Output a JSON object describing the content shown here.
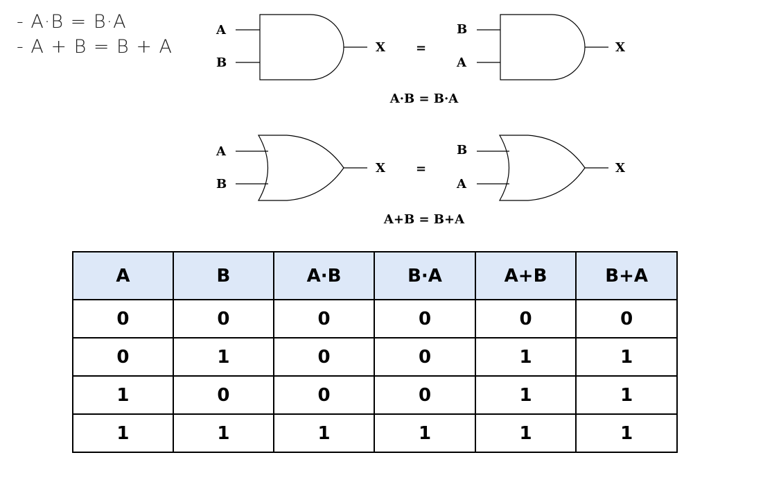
{
  "laws": [
    "- A·B = B·A",
    "- A + B = B + A"
  ],
  "and_row": {
    "left": {
      "inputs": [
        "A",
        "B"
      ],
      "output": "X"
    },
    "equals": "=",
    "right": {
      "inputs": [
        "B",
        "A"
      ],
      "output": "X"
    },
    "caption": "A·B = B·A"
  },
  "or_row": {
    "left": {
      "inputs": [
        "A",
        "B"
      ],
      "output": "X"
    },
    "equals": "=",
    "right": {
      "inputs": [
        "B",
        "A"
      ],
      "output": "X"
    },
    "caption": "A+B = B+A"
  },
  "truth_table": {
    "headers": [
      "A",
      "B",
      "A·B",
      "B·A",
      "A+B",
      "B+A"
    ],
    "rows": [
      [
        "0",
        "0",
        "0",
        "0",
        "0",
        "0"
      ],
      [
        "0",
        "1",
        "0",
        "0",
        "1",
        "1"
      ],
      [
        "1",
        "0",
        "0",
        "0",
        "1",
        "1"
      ],
      [
        "1",
        "1",
        "1",
        "1",
        "1",
        "1"
      ]
    ],
    "header_bg": "#dde8f8"
  }
}
